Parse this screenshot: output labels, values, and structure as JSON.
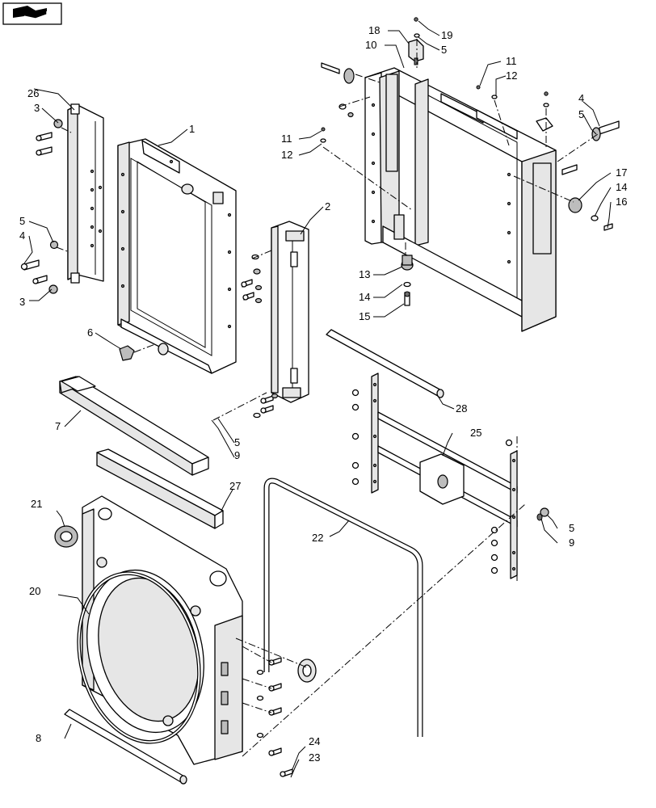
{
  "nav": {
    "icon": "page-turn-icon"
  },
  "callouts": {
    "c1": "1",
    "c2": "2",
    "c3a": "3",
    "c3b": "3",
    "c4a": "4",
    "c4b": "4",
    "c5a": "5",
    "c5b": "5",
    "c5c": "5",
    "c5d": "5",
    "c5e": "5",
    "c6": "6",
    "c7": "7",
    "c8": "8",
    "c9a": "9",
    "c9b": "9",
    "c10": "10",
    "c11a": "11",
    "c11b": "11",
    "c12a": "12",
    "c12b": "12",
    "c13": "13",
    "c14a": "14",
    "c14b": "14",
    "c15": "15",
    "c16": "16",
    "c17": "17",
    "c18": "18",
    "c19": "19",
    "c20": "20",
    "c21": "21",
    "c22": "22",
    "c23": "23",
    "c24": "24",
    "c25": "25",
    "c26": "26",
    "c27": "27",
    "c28": "28"
  }
}
